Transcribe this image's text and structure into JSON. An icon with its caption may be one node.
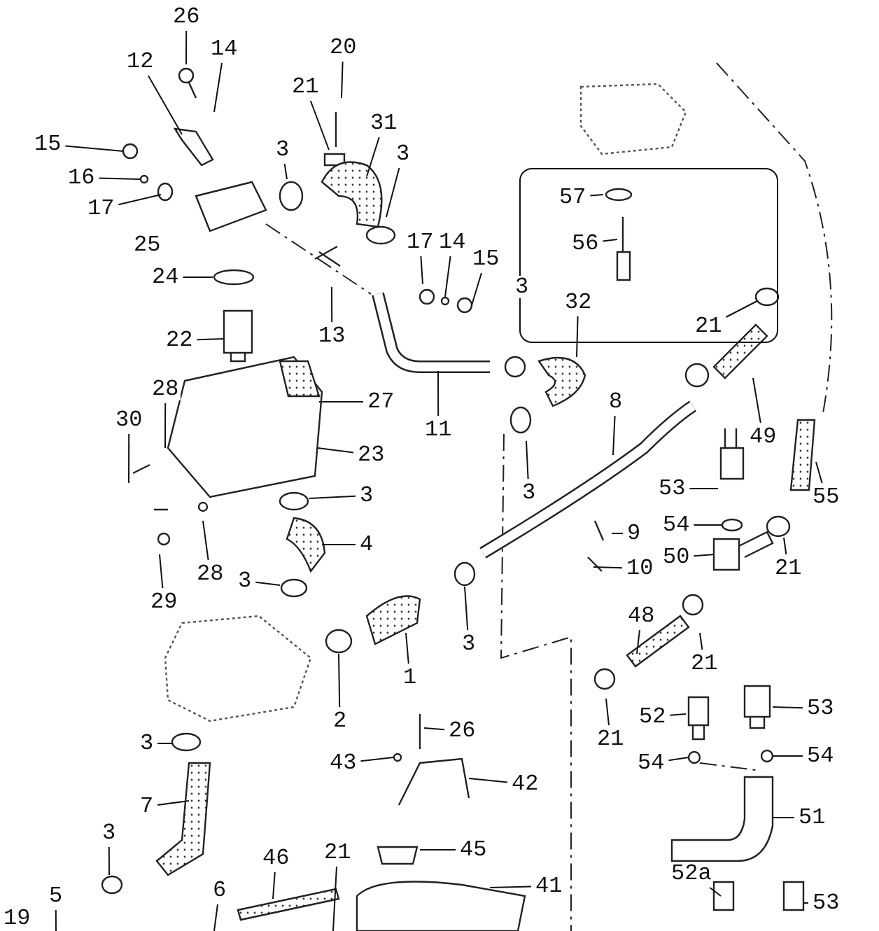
{
  "diagram": {
    "nodes": [
      {
        "text": [],
        "shape": "box"
      },
      {
        "text": [
          "26"
        ]
      },
      {
        "text": [
          "12"
        ]
      },
      {
        "text": [
          "14"
        ]
      },
      {
        "text": [
          "20"
        ]
      },
      {
        "text": [
          "21"
        ]
      },
      {
        "text": [
          "31"
        ]
      },
      {
        "text": [
          "3"
        ]
      },
      {
        "text": [
          "3"
        ]
      },
      {
        "text": [
          "15"
        ]
      },
      {
        "text": [
          "16"
        ]
      },
      {
        "text": [
          "17"
        ]
      },
      {
        "text": [
          "24"
        ]
      },
      {
        "text": [
          "22"
        ]
      },
      {
        "text": [
          "13"
        ]
      },
      {
        "text": [
          "17"
        ]
      },
      {
        "text": [
          "14"
        ]
      },
      {
        "text": [
          "15"
        ]
      },
      {
        "text": [
          "57"
        ],
        "in": 0
      },
      {
        "text": [
          "56"
        ],
        "in": 0
      },
      {
        "text": [
          "32"
        ],
        "in": 0
      },
      {
        "text": [
          "21"
        ],
        "in": 0
      },
      {
        "text": [
          "11"
        ]
      },
      {
        "text": [
          "28"
        ]
      },
      {
        "text": [
          "27"
        ]
      },
      {
        "text": [
          "30"
        ]
      },
      {
        "text": [
          "23"
        ]
      },
      {
        "text": [
          "8"
        ]
      },
      {
        "text": [
          "49"
        ]
      },
      {
        "text": [
          "3"
        ]
      },
      {
        "text": [
          "53"
        ]
      },
      {
        "text": [
          "55"
        ]
      },
      {
        "text": [
          "3"
        ]
      },
      {
        "text": [
          "4"
        ]
      },
      {
        "text": [
          "54"
        ]
      },
      {
        "text": [
          "9"
        ]
      },
      {
        "text": [
          "50"
        ]
      },
      {
        "text": [
          "21"
        ]
      },
      {
        "text": [
          "28"
        ]
      },
      {
        "text": [
          "10"
        ]
      },
      {
        "text": [
          "29"
        ]
      },
      {
        "text": [
          "3"
        ]
      },
      {
        "text": [
          "48"
        ]
      },
      {
        "text": [
          "21"
        ]
      },
      {
        "text": [
          "1"
        ]
      },
      {
        "text": [
          "3"
        ]
      },
      {
        "text": [
          "2"
        ]
      },
      {
        "text": [
          "21"
        ]
      },
      {
        "text": [
          "52"
        ]
      },
      {
        "text": [
          "53"
        ]
      },
      {
        "text": [
          "26"
        ]
      },
      {
        "text": [
          "3"
        ]
      },
      {
        "text": [
          "54"
        ]
      },
      {
        "text": [
          "54"
        ]
      },
      {
        "text": [
          "43"
        ]
      },
      {
        "text": [
          "42"
        ]
      },
      {
        "text": [
          "7"
        ]
      },
      {
        "text": [
          "51"
        ]
      },
      {
        "text": [
          "3"
        ]
      },
      {
        "text": [
          "46"
        ]
      },
      {
        "text": [
          "21"
        ]
      },
      {
        "text": [
          "45"
        ]
      },
      {
        "text": [
          "41"
        ]
      },
      {
        "text": [
          "6"
        ]
      },
      {
        "text": [
          "5"
        ]
      },
      {
        "text": [
          "52a"
        ]
      },
      {
        "text": [
          "53"
        ]
      },
      {
        "text": [
          "25"
        ]
      },
      {
        "text": [
          "3"
        ]
      },
      {
        "text": [
          "19"
        ]
      }
    ],
    "edges": [
      {
        "from": 1,
        "to": null,
        "arrow": "none"
      },
      {
        "from": 2,
        "to": null,
        "arrow": "none"
      },
      {
        "from": 3,
        "to": null,
        "arrow": "none"
      },
      {
        "from": 4,
        "to": null,
        "arrow": "none"
      },
      {
        "from": 5,
        "to": null,
        "arrow": "none"
      },
      {
        "from": 6,
        "to": null,
        "arrow": "none"
      },
      {
        "from": 7,
        "to": null,
        "arrow": "none"
      },
      {
        "from": 8,
        "to": null,
        "arrow": "none"
      },
      {
        "from": 9,
        "to": null,
        "arrow": "none"
      },
      {
        "from": 10,
        "to": null,
        "arrow": "none"
      },
      {
        "from": 11,
        "to": null,
        "arrow": "none"
      },
      {
        "from": 12,
        "to": null,
        "arrow": "none"
      },
      {
        "from": 13,
        "to": null,
        "arrow": "none"
      },
      {
        "from": 14,
        "to": null,
        "arrow": "none"
      },
      {
        "from": 15,
        "to": null,
        "arrow": "none"
      },
      {
        "from": 16,
        "to": null,
        "arrow": "none"
      },
      {
        "from": 17,
        "to": null,
        "arrow": "none"
      },
      {
        "from": 18,
        "to": null,
        "arrow": "none"
      },
      {
        "from": 19,
        "to": null,
        "arrow": "none"
      },
      {
        "from": 20,
        "to": null,
        "arrow": "none"
      },
      {
        "from": 21,
        "to": null,
        "arrow": "none"
      },
      {
        "from": 22,
        "to": null,
        "arrow": "none"
      },
      {
        "from": 23,
        "to": null,
        "arrow": "none"
      },
      {
        "from": 24,
        "to": null,
        "arrow": "none"
      },
      {
        "from": 25,
        "to": null,
        "arrow": "none"
      },
      {
        "from": 26,
        "to": null,
        "arrow": "none"
      },
      {
        "from": 27,
        "to": null,
        "arrow": "none"
      },
      {
        "from": 28,
        "to": null,
        "arrow": "none"
      },
      {
        "from": 29,
        "to": null,
        "arrow": "none"
      },
      {
        "from": 30,
        "to": null,
        "arrow": "none"
      },
      {
        "from": 31,
        "to": null,
        "arrow": "none"
      },
      {
        "from": 32,
        "to": null,
        "arrow": "none"
      },
      {
        "from": 33,
        "to": null,
        "arrow": "none"
      },
      {
        "from": 34,
        "to": null,
        "arrow": "none"
      },
      {
        "from": 35,
        "to": null,
        "arrow": "none"
      },
      {
        "from": 36,
        "to": null,
        "arrow": "none"
      },
      {
        "from": 37,
        "to": null,
        "arrow": "none"
      },
      {
        "from": 38,
        "to": null,
        "arrow": "none"
      },
      {
        "from": 39,
        "to": null,
        "arrow": "none"
      },
      {
        "from": 40,
        "to": null,
        "arrow": "none"
      },
      {
        "from": 41,
        "to": null,
        "arrow": "none"
      },
      {
        "from": 42,
        "to": null,
        "arrow": "none"
      },
      {
        "from": 43,
        "to": null,
        "arrow": "none"
      },
      {
        "from": 44,
        "to": null,
        "arrow": "none"
      },
      {
        "from": 45,
        "to": null,
        "arrow": "none"
      },
      {
        "from": 46,
        "to": null,
        "arrow": "none"
      },
      {
        "from": 47,
        "to": null,
        "arrow": "none"
      },
      {
        "from": 48,
        "to": null,
        "arrow": "none"
      },
      {
        "from": 49,
        "to": null,
        "arrow": "none"
      },
      {
        "from": 50,
        "to": null,
        "arrow": "none"
      },
      {
        "from": 51,
        "to": null,
        "arrow": "none"
      },
      {
        "from": 52,
        "to": null,
        "arrow": "none"
      },
      {
        "from": 53,
        "to": null,
        "arrow": "none"
      },
      {
        "from": 54,
        "to": null,
        "arrow": "none"
      },
      {
        "from": 55,
        "to": null,
        "arrow": "none"
      },
      {
        "from": 56,
        "to": null,
        "arrow": "none"
      },
      {
        "from": 57,
        "to": null,
        "arrow": "none"
      },
      {
        "from": 58,
        "to": null,
        "arrow": "none"
      },
      {
        "from": 59,
        "to": null,
        "arrow": "none"
      },
      {
        "from": 60,
        "to": null,
        "arrow": "none"
      },
      {
        "from": 61,
        "to": null,
        "arrow": "none"
      },
      {
        "from": 62,
        "to": null,
        "arrow": "none"
      },
      {
        "from": 63,
        "to": null,
        "arrow": "none"
      },
      {
        "from": 64,
        "to": null,
        "arrow": "none"
      },
      {
        "from": 65,
        "to": null,
        "arrow": "none"
      },
      {
        "from": 66,
        "to": null,
        "arrow": "none"
      }
    ]
  }
}
